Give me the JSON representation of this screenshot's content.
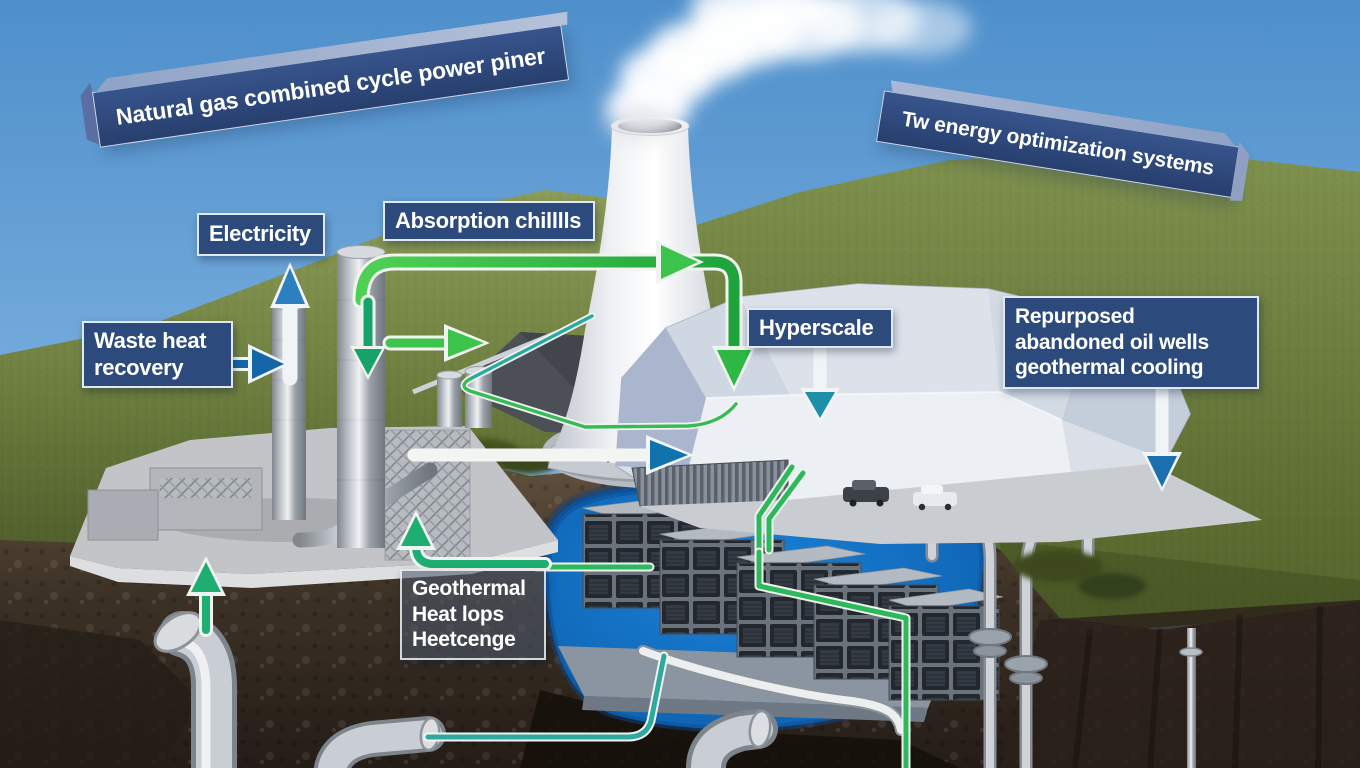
{
  "banners": {
    "left": "Natural gas combined cycle power piner",
    "right": "Tw energy optimization systems"
  },
  "labels": {
    "electricity": "Electricity",
    "absorption_chillers": "Absorption chilllls",
    "waste_heat_recovery": "Waste heat\nrecovery",
    "hyperscale": "Hyperscale",
    "repurposed_oil_wells": "Repurposed\nabandoned oil wells\ngeothermal cooling",
    "geothermal_heat_loops": "Geothermal\nHeat lops\nHeetcenge"
  },
  "colors": {
    "label_navy": "#2d4a7c",
    "banner_navy": "#2c4878",
    "arrow_green": "#3cc44d",
    "arrow_teal_green": "#1fae72",
    "arrow_teal": "#2fa8a0",
    "arrow_blue": "#1b6fae",
    "water_blue": "#1271c7",
    "sky_blue": "#74abdd",
    "grass_green": "#6e8040",
    "soil_brown": "#46392c"
  },
  "arrows": [
    {
      "name": "electricity-up-arrow",
      "color": "#2e7fc0"
    },
    {
      "name": "waste-heat-right-arrow",
      "color": "#1565a8"
    },
    {
      "name": "absorption-loop-arrow",
      "color": "#3cc44d"
    },
    {
      "name": "chilled-water-right-arrow",
      "color": "#3cc44d"
    },
    {
      "name": "column-return-down-arrow",
      "color": "#16a36b"
    },
    {
      "name": "plant-to-datacenter-arrow",
      "color": "#1b7fae"
    },
    {
      "name": "hyperscale-down-arrow",
      "color": "#2878b8"
    },
    {
      "name": "oil-wells-down-arrow",
      "color": "#1b6fae"
    },
    {
      "name": "geothermal-up-arrow-left",
      "color": "#1fae72"
    },
    {
      "name": "geothermal-up-arrow-right",
      "color": "#1fae72"
    }
  ]
}
